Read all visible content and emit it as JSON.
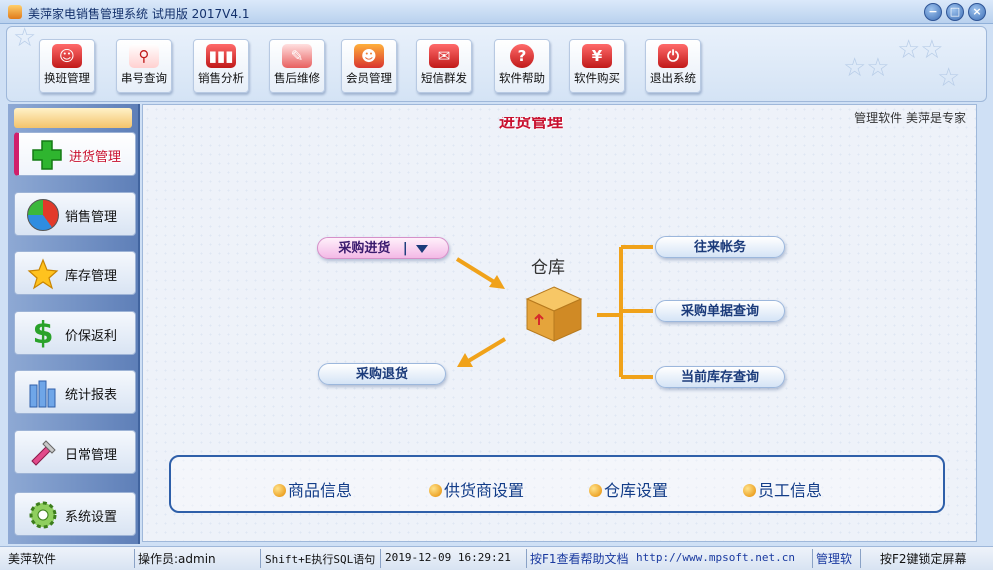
{
  "window": {
    "title": "美萍家电销售管理系统 试用版 2017V4.1",
    "controls": {
      "minimize": "−",
      "maximize": "□",
      "close": "×"
    }
  },
  "toolbar": {
    "buttons": [
      {
        "label": "换班管理",
        "icon": "shift-change-icon",
        "glyph": "👥",
        "color": "#d9352f"
      },
      {
        "label": "串号查询",
        "icon": "magnifier-icon",
        "glyph": "🔍",
        "color": "#d9352f"
      },
      {
        "label": "销售分析",
        "icon": "bar-chart-icon",
        "glyph": "▮",
        "color": "#d9352f"
      },
      {
        "label": "售后维修",
        "icon": "tools-icon",
        "glyph": "✎",
        "color": "#d9352f"
      },
      {
        "label": "会员管理",
        "icon": "member-icon",
        "glyph": "☺",
        "color": "#d9352f"
      },
      {
        "label": "短信群发",
        "icon": "envelope-icon",
        "glyph": "✉",
        "color": "#d9352f"
      },
      {
        "label": "软件帮助",
        "icon": "help-icon",
        "glyph": "?",
        "color": "#d9352f"
      },
      {
        "label": "软件购买",
        "icon": "yen-icon",
        "glyph": "¥",
        "color": "#d9352f"
      },
      {
        "label": "退出系统",
        "icon": "power-icon",
        "glyph": "⏻",
        "color": "#d9352f"
      }
    ]
  },
  "sidebar": {
    "items": [
      {
        "label": "进货管理",
        "icon": "green-plus-icon",
        "active": true
      },
      {
        "label": "销售管理",
        "icon": "pie-chart-icon",
        "active": false
      },
      {
        "label": "库存管理",
        "icon": "star-icon",
        "active": false
      },
      {
        "label": "价保返利",
        "icon": "dollar-icon",
        "active": false
      },
      {
        "label": "统计报表",
        "icon": "bar-chart-icon",
        "active": false
      },
      {
        "label": "日常管理",
        "icon": "tools-icon",
        "active": false
      },
      {
        "label": "系统设置",
        "icon": "gear-icon",
        "active": false
      }
    ]
  },
  "main": {
    "corner_text": "管理软件  美萍是专家",
    "title": "进货管理",
    "warehouse_label": "仓库",
    "flow": {
      "purchase_in": "采购进货",
      "purchase_return": "采购退货",
      "accounts": "往来帐务",
      "order_query": "采购单据查询",
      "stock_query": "当前库存查询"
    },
    "quicklinks": [
      "商品信息",
      "供货商设置",
      "仓库设置",
      "员工信息"
    ]
  },
  "statusbar": {
    "company": "美萍软件",
    "operator": "操作员:admin",
    "sql_hint": "Shift+E执行SQL语句",
    "datetime": "2019-12-09 16:29:21",
    "help_hint": "按F1查看帮助文档",
    "url": "http://www.mpsoft.net.cn",
    "tag": "管理软",
    "lock_hint": "按F2键锁定屏幕"
  },
  "colors": {
    "accent_orange": "#f0a21a",
    "title_red": "#c8102e",
    "link_blue": "#1a3a7a"
  }
}
